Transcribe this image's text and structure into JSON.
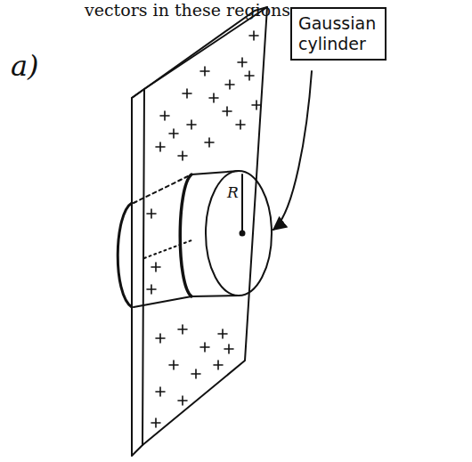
{
  "diagram": {
    "nodes": [
      {
        "text": [
          "Gaussian cylinder"
        ]
      }
    ],
    "labels": [
      "vectors in these regions.",
      "a)",
      "R"
    ]
  }
}
